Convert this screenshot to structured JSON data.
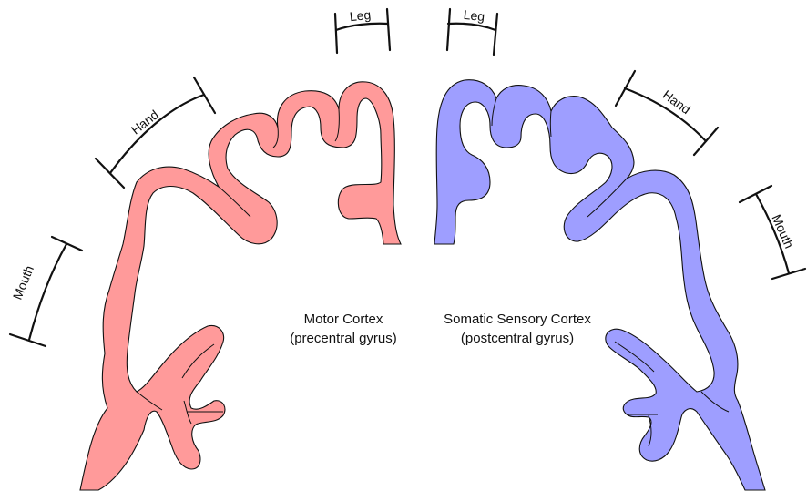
{
  "colors": {
    "motor": "#FF9A9A",
    "sensory": "#9E9EFF",
    "outline": "#111111"
  },
  "motor": {
    "title": "Motor Cortex",
    "subtitle": "(precentral gyrus)"
  },
  "sensory": {
    "title": "Somatic Sensory Cortex",
    "subtitle": "(postcentral gyrus)"
  },
  "labels": {
    "left_leg": "Leg",
    "left_hand": "Hand",
    "left_mouth": "Mouth",
    "right_leg": "Leg",
    "right_hand": "Hand",
    "right_mouth": "Mouth"
  }
}
